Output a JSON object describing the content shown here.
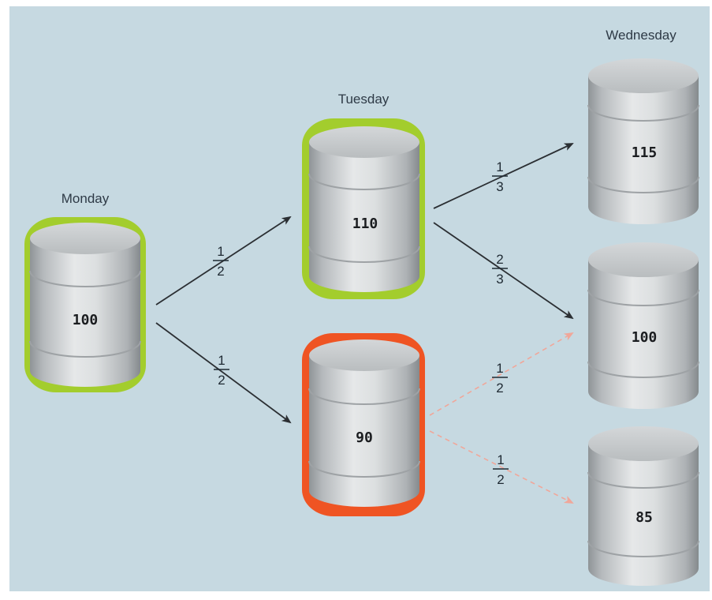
{
  "days": {
    "monday": "Monday",
    "tuesday": "Tuesday",
    "wednesday": "Wednesday"
  },
  "barrels": {
    "monday": "100",
    "tuesday_up": "110",
    "tuesday_down": "90",
    "wednesday_top": "115",
    "wednesday_mid": "100",
    "wednesday_bottom": "85"
  },
  "probabilities": {
    "mon_to_tue_up": {
      "num": "1",
      "den": "2"
    },
    "mon_to_tue_down": {
      "num": "1",
      "den": "2"
    },
    "tue_up_to_wed_top": {
      "num": "1",
      "den": "3"
    },
    "tue_up_to_wed_mid": {
      "num": "2",
      "den": "3"
    },
    "tue_down_to_wed_mid": {
      "num": "1",
      "den": "2"
    },
    "tue_down_to_wed_bottom": {
      "num": "1",
      "den": "2"
    }
  },
  "colors": {
    "background": "#c6d9e1",
    "highlight_green": "#a3cd2d",
    "highlight_orange": "#ef5423",
    "arrow_solid": "#2b2f33",
    "arrow_dashed": "#f0a79a",
    "barrel_light": "#e9eaeb",
    "barrel_mid": "#c5c8ca",
    "barrel_dark": "#8e9396"
  }
}
